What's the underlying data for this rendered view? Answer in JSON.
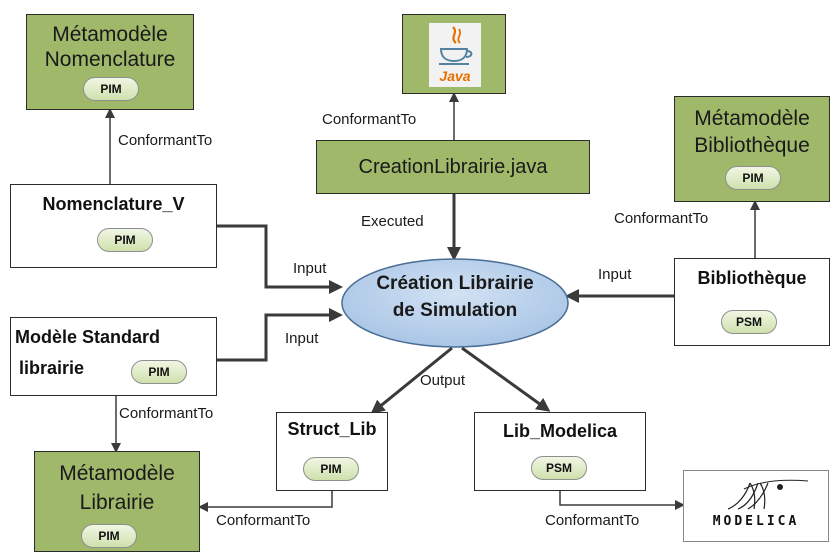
{
  "meta_nomenclature": {
    "line1": "Métamodèle",
    "line2": "Nomenclature",
    "badge": "PIM"
  },
  "java_logo": {
    "text": "Java"
  },
  "meta_bibliotheque": {
    "line1": "Métamodèle",
    "line2": "Bibliothèque",
    "badge": "PIM"
  },
  "creation_java": {
    "title": "CreationLibrairie.java"
  },
  "nomenclature_v": {
    "title": "Nomenclature_V",
    "badge": "PIM"
  },
  "modele_standard": {
    "line1": "Modèle Standard",
    "line2": "librairie",
    "badge": "PIM"
  },
  "bibliotheque": {
    "title": "Bibliothèque",
    "badge": "PSM"
  },
  "center": {
    "line1": "Création Librairie",
    "line2": "de Simulation"
  },
  "struct_lib": {
    "title": "Struct_Lib",
    "badge": "PIM"
  },
  "lib_modelica": {
    "title": "Lib_Modelica",
    "badge": "PSM"
  },
  "meta_librairie": {
    "line1": "Métamodèle",
    "line2": "Librairie",
    "badge": "PIM"
  },
  "modelica_logo": {
    "text": "MODELICA"
  },
  "edges": {
    "conformant_nomenclature": "ConformantTo",
    "conformant_java": "ConformantTo",
    "executed": "Executed",
    "conformant_bibliotheque": "ConformantTo",
    "input_nomenclature": "Input",
    "input_modele": "Input",
    "input_bibliotheque": "Input",
    "output": "Output",
    "conformant_modele": "ConformantTo",
    "conformant_struct": "ConformantTo",
    "conformant_modelica": "ConformantTo"
  },
  "colors": {
    "green_box": "#9fb86a",
    "ellipse": "#b3cde8",
    "line": "#3a3a3a"
  }
}
